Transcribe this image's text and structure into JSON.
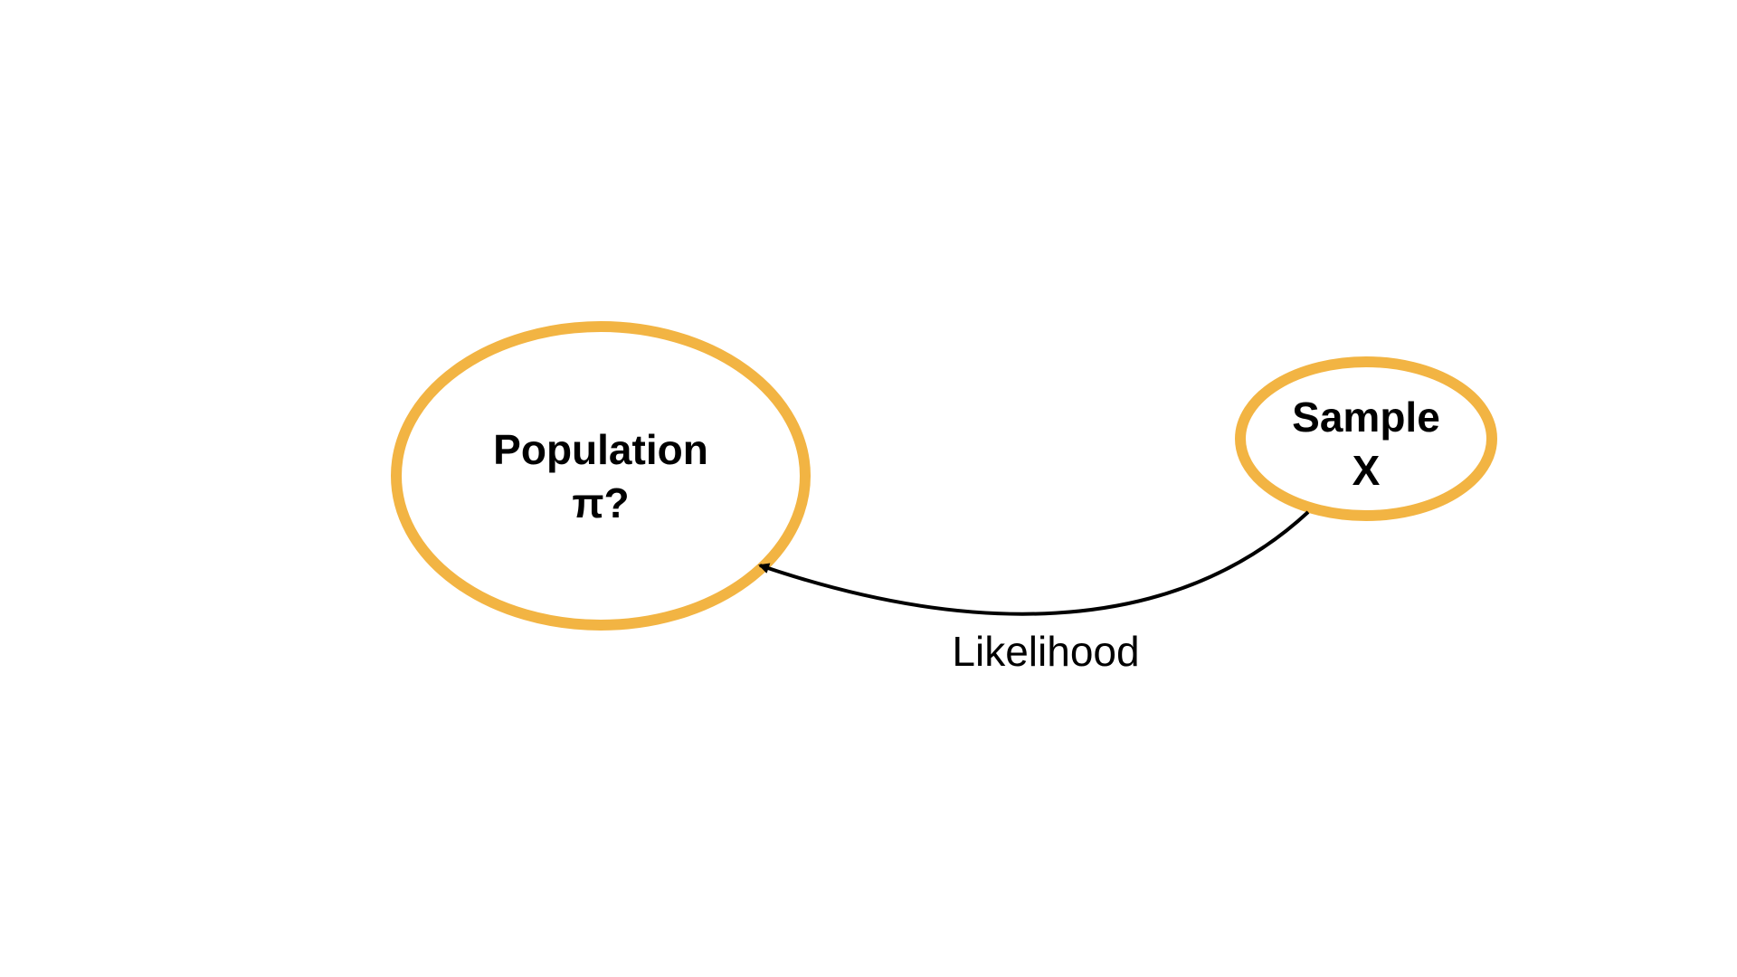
{
  "colors": {
    "node_stroke": "#F2B443",
    "edge_stroke": "#000000",
    "background": "#FFFFFF"
  },
  "nodes": {
    "population": {
      "line1": "Population",
      "line2": "π?"
    },
    "sample": {
      "line1": "Sample",
      "line2": "X"
    }
  },
  "edges": {
    "likelihood": {
      "label": "Likelihood",
      "from": "sample",
      "to": "population"
    }
  }
}
